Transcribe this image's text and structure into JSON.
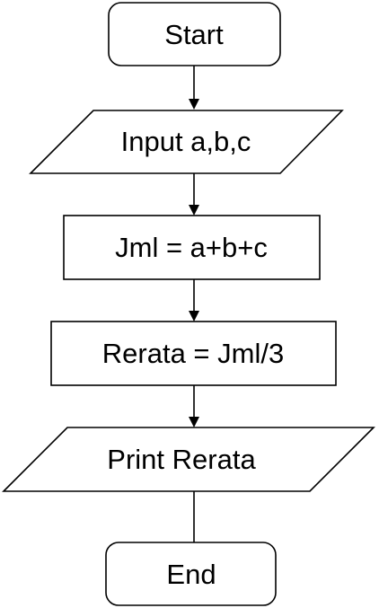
{
  "flowchart": {
    "nodes": [
      {
        "id": "start",
        "shape": "terminator",
        "label": "Start"
      },
      {
        "id": "input",
        "shape": "data",
        "label": "Input a,b,c"
      },
      {
        "id": "sum",
        "shape": "process",
        "label": "Jml = a+b+c"
      },
      {
        "id": "average",
        "shape": "process",
        "label": "Rerata = Jml/3"
      },
      {
        "id": "print",
        "shape": "data",
        "label": "Print Rerata"
      },
      {
        "id": "end",
        "shape": "terminator",
        "label": "End"
      }
    ],
    "edges": [
      {
        "from": "start",
        "to": "input"
      },
      {
        "from": "input",
        "to": "sum"
      },
      {
        "from": "sum",
        "to": "average"
      },
      {
        "from": "average",
        "to": "print"
      },
      {
        "from": "print",
        "to": "end"
      }
    ],
    "colors": {
      "stroke": "#000000",
      "fill": "#ffffff",
      "text": "#000000"
    }
  }
}
